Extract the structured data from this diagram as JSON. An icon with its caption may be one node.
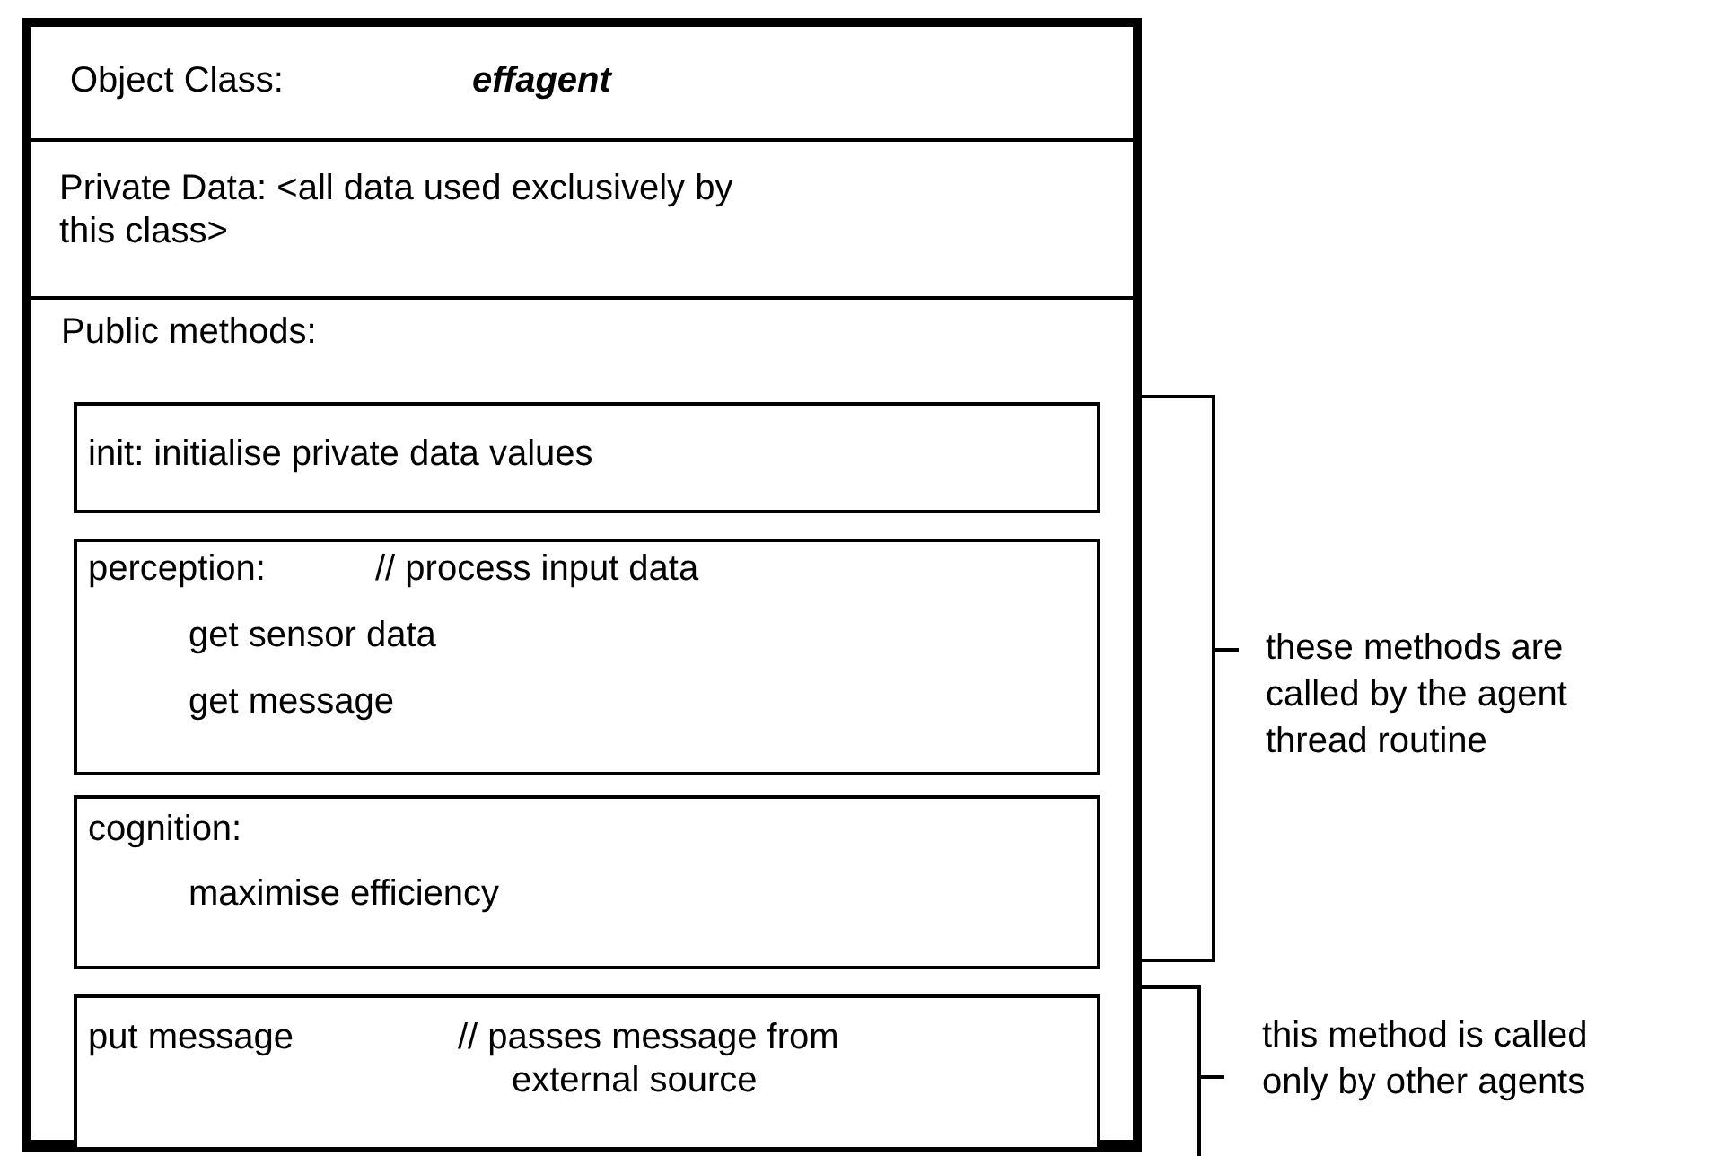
{
  "diagram": {
    "nodes": [
      {
        "text": [],
        "shape": "box"
      },
      {
        "text": [
          "Object Class:",
          "effagent"
        ],
        "in": 0
      },
      {
        "text": [
          "Private Data:  <all data used exclusively by this class>"
        ],
        "in": 0
      },
      {
        "text": [
          "Public methods:"
        ],
        "in": 0
      },
      {
        "text": [
          "init: initialise private data values"
        ],
        "in": 3
      },
      {
        "text": [
          "perception:",
          "// process input data",
          "get sensor data",
          "get message"
        ],
        "in": 3
      },
      {
        "text": [
          "cognition:",
          "maximise efficiency"
        ],
        "in": 3
      },
      {
        "text": [
          "put message",
          "// passes message from external source"
        ],
        "in": 3
      }
    ],
    "edges": [],
    "labels": [
      "these methods are called by the agent thread routine",
      "this method is called only by other agents"
    ]
  }
}
